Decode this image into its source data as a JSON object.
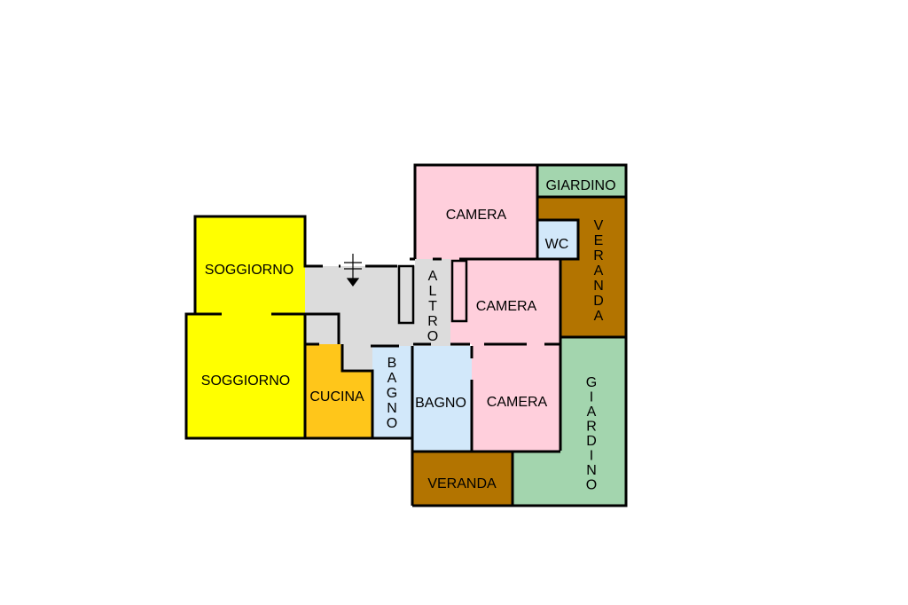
{
  "colors": {
    "soggiorno": "#ffff00",
    "cucina": "#ffc61a",
    "camera": "#ffcfdc",
    "bagno": "#d2e8fa",
    "wc": "#d2e8fa",
    "giardino": "#a3d5ae",
    "veranda": "#b37400",
    "disimpegno": "#dcdcdc",
    "wall": "#000000"
  },
  "rooms": {
    "soggiorno_upper": "SOGGIORNO",
    "soggiorno_lower": "SOGGIORNO",
    "cucina": "CUCINA",
    "bagno_small": "BAGNO",
    "bagno": "BAGNO",
    "altro": "ALTRO",
    "camera_top": "CAMERA",
    "camera_middle": "CAMERA",
    "camera_bottom": "CAMERA",
    "wc": "WC",
    "giardino_top": "GIARDINO",
    "giardino_right": "GIARDINO",
    "veranda_right": "VERANDA",
    "veranda_bottom": "VERANDA"
  },
  "icons": {
    "entrance": "entrance-arrow-icon"
  }
}
